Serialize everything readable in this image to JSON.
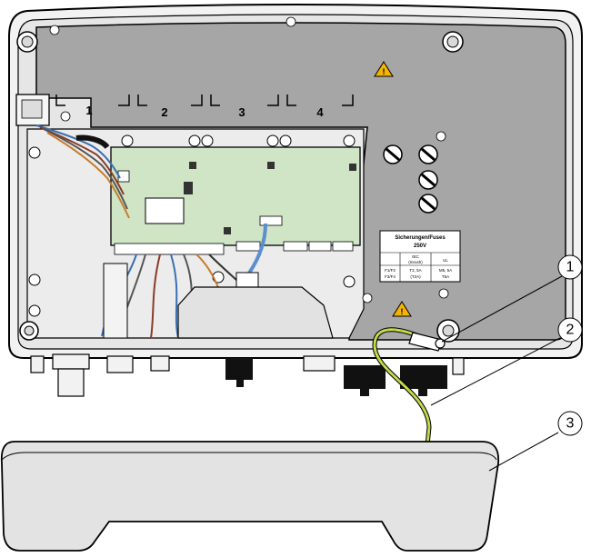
{
  "colors": {
    "housing_gray": "#a6a6a6",
    "housing_inner": "#ececec",
    "pcb_green": "#cfe5c6",
    "ground_wire": "#b7d44c",
    "ground_stripe": "#e8e04a",
    "cover": "#e3e3e3"
  },
  "slot_numbers": [
    "1",
    "2",
    "3",
    "4"
  ],
  "fuse_label": {
    "title_line1": "Sicherungen/Fuses",
    "title_line2": "250V",
    "col_iec_line1": "IEC",
    "col_iec_line2": "(Inrush)",
    "col_ul": "UL",
    "row_left_line1": "F1/F2",
    "row_left_line2": "F3/F4",
    "row_iec_line1": "T2, 5A",
    "row_iec_line2": "(T2A)",
    "row_ul_line1": "M5, 5A",
    "row_ul_line2": "T5A"
  },
  "callouts": [
    "1",
    "2",
    "3"
  ],
  "icons": {
    "warning": "warning-triangle-icon",
    "screw": "screw-icon",
    "ground": "ground-terminal-icon"
  }
}
